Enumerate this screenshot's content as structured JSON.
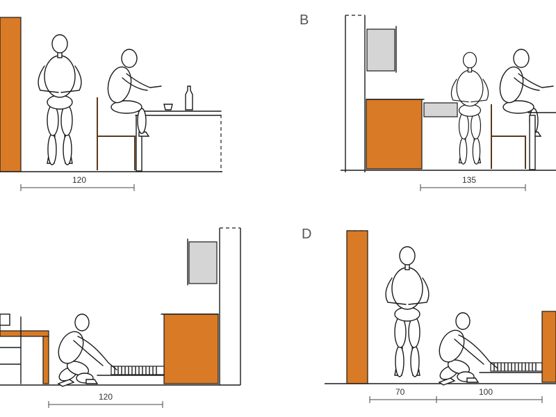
{
  "colors": {
    "cabinet": "#d97a26",
    "wall_unit": "#d5d5d5",
    "chair_wood": "#b86a26",
    "line": "#1a1a1a"
  },
  "panels": {
    "a": {
      "label": "",
      "dimension": "120"
    },
    "b": {
      "label": "B",
      "dimension": "135"
    },
    "c": {
      "label": "",
      "dimension": "120"
    },
    "d": {
      "label": "D",
      "dimensions": [
        "70",
        "100"
      ]
    }
  }
}
